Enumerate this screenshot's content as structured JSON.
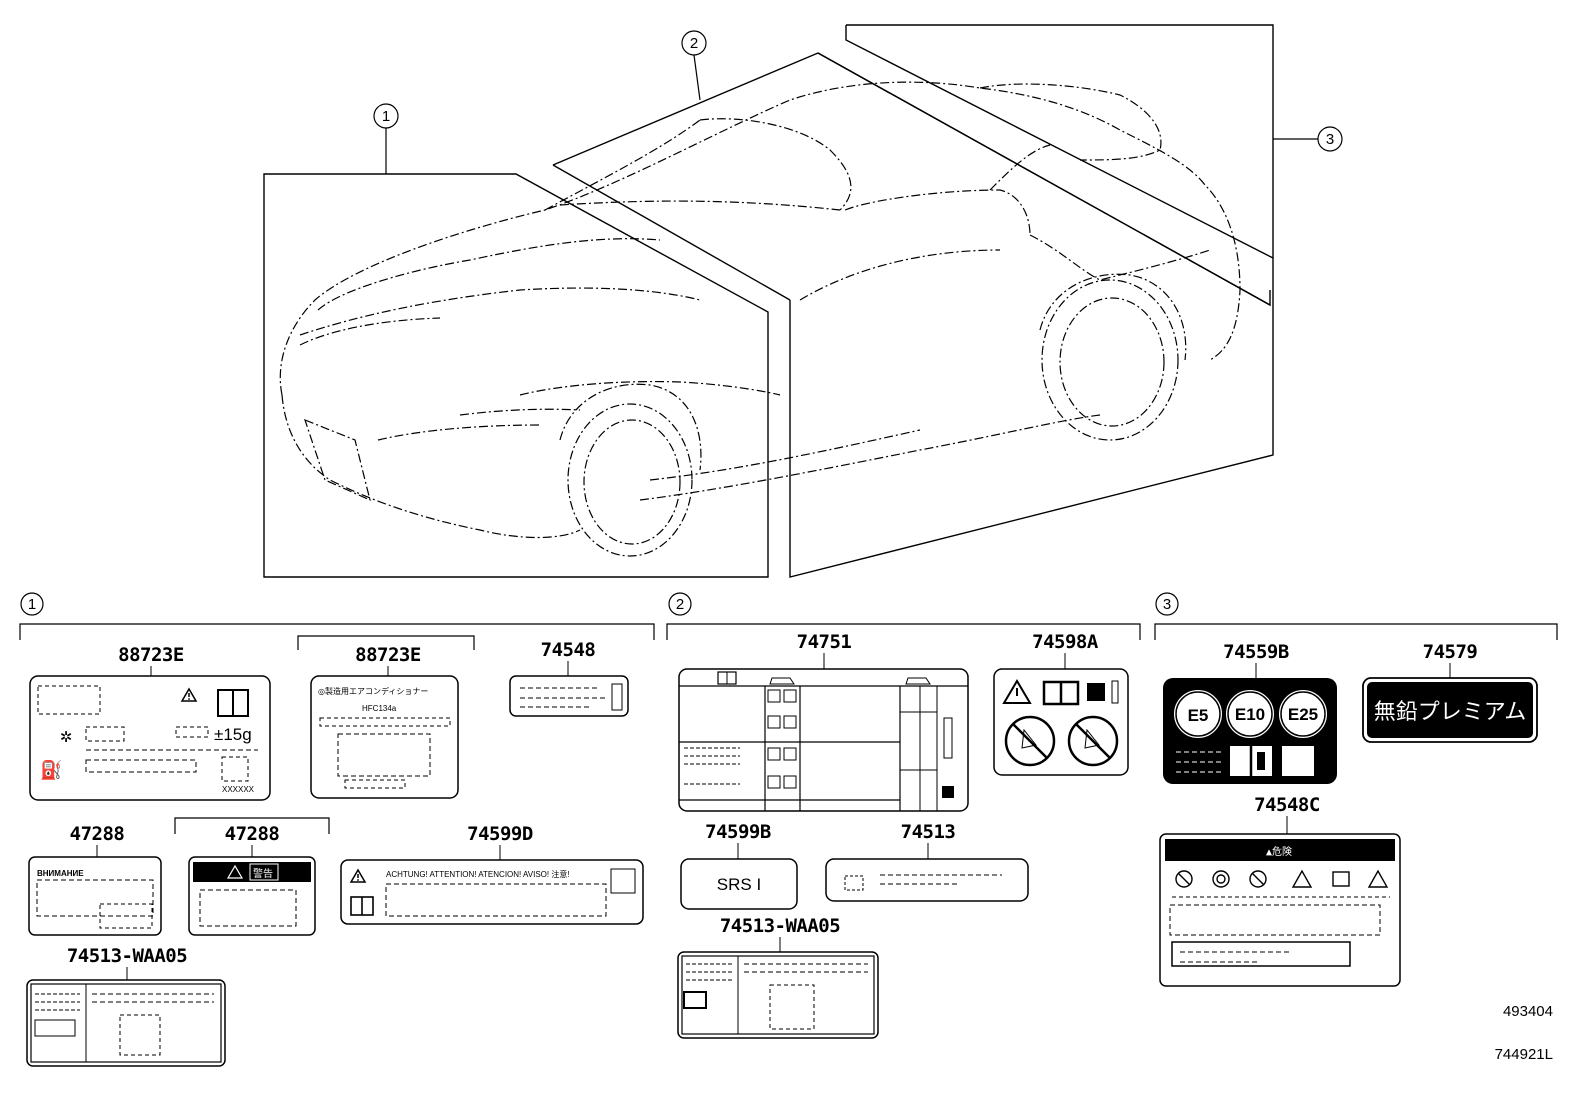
{
  "callouts": {
    "c1": "1",
    "c2": "2",
    "c3": "3"
  },
  "parts": {
    "p88723E_a": "88723E",
    "p88723E_b": "88723E",
    "p74548": "74548",
    "p47288_a": "47288",
    "p47288_b": "47288",
    "p74599D": "74599D",
    "p74513_WAA05_a": "74513-WAA05",
    "p74751": "74751",
    "p74598A": "74598A",
    "p74599B": "74599B",
    "p74513": "74513",
    "p74513_WAA05_b": "74513-WAA05",
    "p74559B": "74559B",
    "p74579": "74579",
    "p74548C": "74548C"
  },
  "label_text": {
    "charge": "±15g",
    "code_small": "XXXXXX",
    "ac_title": "◎製造用エアコンディショナー",
    "ac_refrigerant": "HFC134a",
    "vnimanie": "ВНИМАНИЕ",
    "keikoku": "警告",
    "multilang": "ACHTUNG!  ATTENTION!  ATENCION!  AVISO!  注意!",
    "srs": "SRS I",
    "e5": "E5",
    "e10": "E10",
    "e25": "E25",
    "premium": "無鉛プレミアム",
    "kiken": "▲危険"
  },
  "refs": {
    "ref1": "493404",
    "ref2": "744921L"
  },
  "icons": [
    "warning-triangle-icon",
    "manual-book-icon",
    "fan-icon",
    "oil-can-icon",
    "no-child-seat-icon",
    "car-silhouette-icon",
    "info-book-icon"
  ],
  "colors": {
    "ink": "#000000",
    "paper": "#ffffff"
  }
}
